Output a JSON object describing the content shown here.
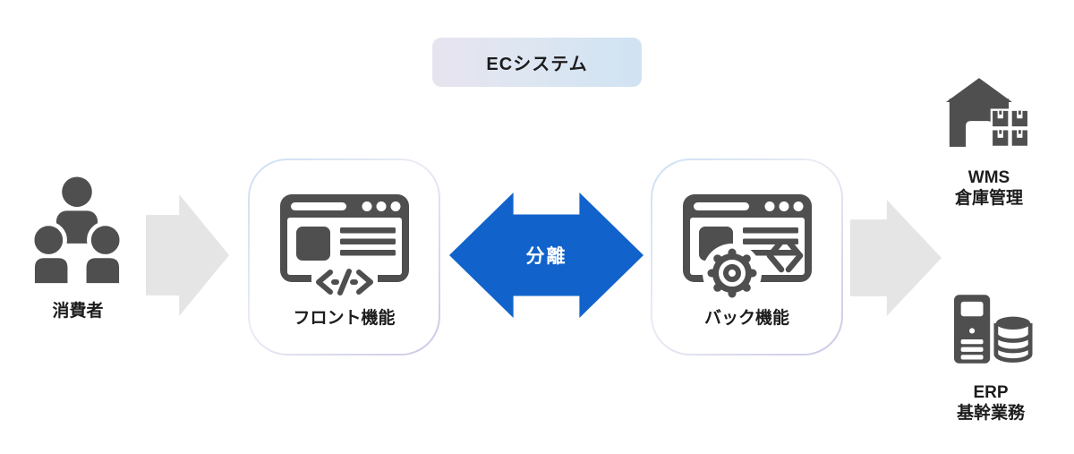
{
  "diagram": {
    "title_badge": "ECシステム",
    "consumer": {
      "label": "消費者"
    },
    "front_function": {
      "label": "フロント機能"
    },
    "separation_arrow": {
      "label": "分離",
      "direction": "bidirectional"
    },
    "back_function": {
      "label": "バック機能"
    },
    "wms": {
      "name": "WMS",
      "description": "倉庫管理"
    },
    "erp": {
      "name": "ERP",
      "description": "基幹業務"
    }
  },
  "icons": {
    "consumer": "people-group-icon",
    "front_function": "browser-code-icon",
    "back_function": "browser-gear-icon",
    "wms": "warehouse-boxes-icon",
    "erp": "server-database-icon",
    "flow": "gray-right-arrow-icon",
    "separation": "blue-double-arrow-icon"
  },
  "colors": {
    "background": "#ffffff",
    "icon_gray": "#4f4f4f",
    "label_text": "#1c1c1c",
    "flow_arrow_gray": "#e5e5e6",
    "separation_blue": "#1163cb",
    "badge_gradient_start": "#e7e4ef",
    "badge_gradient_end": "#d0e3f3",
    "card_border_gradient_start": "#cde0f2",
    "card_border_gradient_end": "#c9c9e5"
  }
}
